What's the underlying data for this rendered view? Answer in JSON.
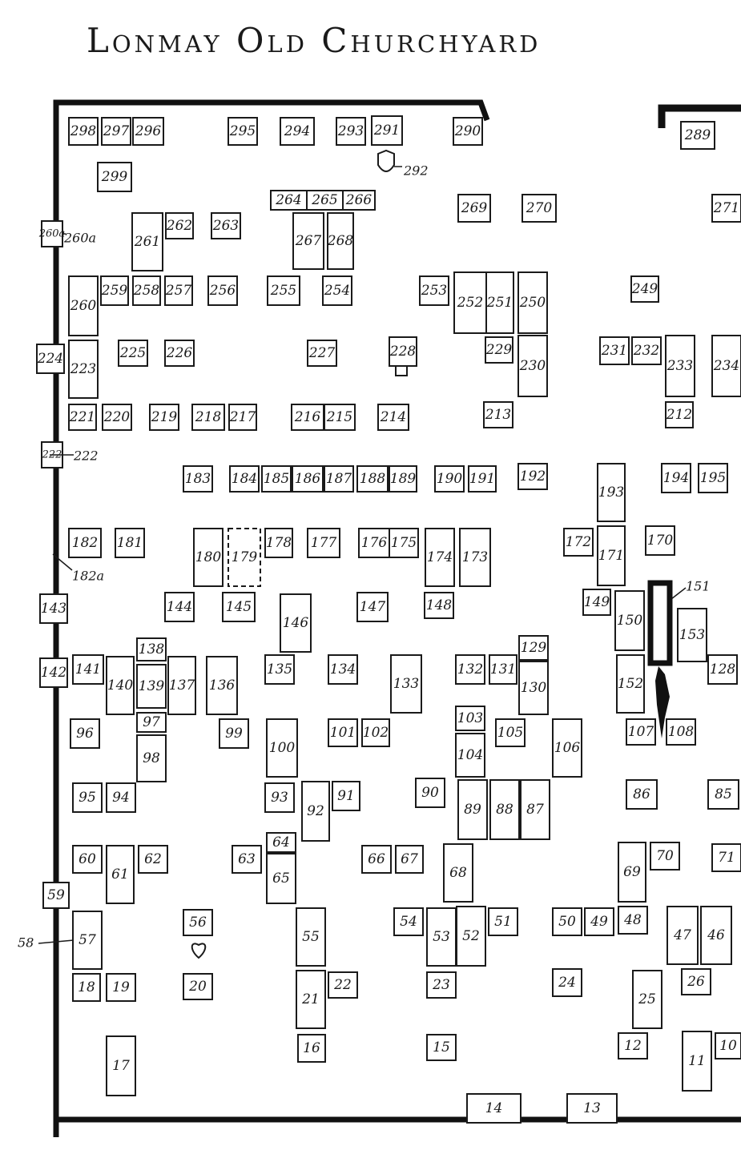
{
  "title": "Lonmay Old Churchyard",
  "colors": {
    "ink": "#1a1a1a",
    "wall": "#111111",
    "paper": "#ffffff"
  },
  "plots": [
    "298",
    "297",
    "296",
    "295",
    "294",
    "293",
    "291",
    "290",
    "289",
    "299",
    "264",
    "265",
    "266",
    "269",
    "270",
    "271",
    "261",
    "262",
    "263",
    "267",
    "268",
    "260a",
    "260",
    "259",
    "258",
    "257",
    "256",
    "255",
    "254",
    "253",
    "252",
    "251",
    "250",
    "249",
    "224",
    "223",
    "225",
    "226",
    "227",
    "228",
    "229",
    "230",
    "231",
    "232",
    "233",
    "234",
    "221",
    "220",
    "219",
    "218",
    "217",
    "216",
    "215",
    "214",
    "213",
    "212",
    "222",
    "183",
    "184",
    "185",
    "186",
    "187",
    "188",
    "189",
    "190",
    "191",
    "192",
    "193",
    "194",
    "195",
    "182",
    "181",
    "180",
    "179",
    "178",
    "177",
    "176",
    "175",
    "174",
    "173",
    "172",
    "171",
    "170",
    "144",
    "145",
    "146",
    "147",
    "148",
    "149",
    "150",
    "153",
    "143",
    "142",
    "141",
    "140",
    "138",
    "139",
    "137",
    "136",
    "135",
    "134",
    "133",
    "132",
    "131",
    "129",
    "130",
    "152",
    "128",
    "96",
    "97",
    "98",
    "99",
    "100",
    "101",
    "102",
    "103",
    "104",
    "105",
    "106",
    "107",
    "108",
    "95",
    "94",
    "93",
    "92",
    "91",
    "90",
    "89",
    "88",
    "87",
    "86",
    "85",
    "60",
    "61",
    "62",
    "63",
    "64",
    "65",
    "66",
    "67",
    "68",
    "69",
    "70",
    "71",
    "59",
    "57",
    "56",
    "55",
    "54",
    "53",
    "52",
    "51",
    "50",
    "49",
    "48",
    "47",
    "46",
    "18",
    "19",
    "20",
    "21",
    "22",
    "23",
    "24",
    "25",
    "26",
    "17",
    "16",
    "15",
    "12",
    "11",
    "10",
    "14",
    "13"
  ],
  "external_labels": [
    "292",
    "260a",
    "222",
    "182a",
    "151",
    "58"
  ],
  "icons": {
    "heart": "heart-icon",
    "shield": "shield-icon"
  }
}
